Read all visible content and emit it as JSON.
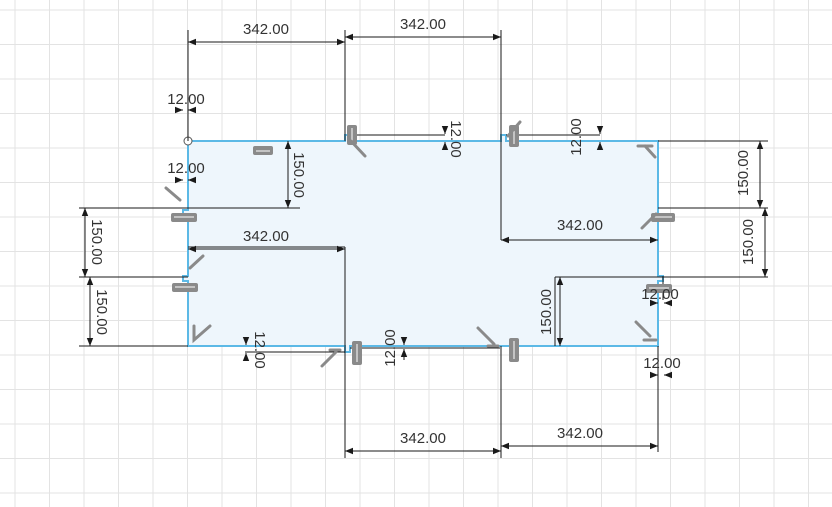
{
  "sketch": {
    "dimensions": {
      "top_width_left": "342.00",
      "top_width_right": "342.00",
      "left_notch_top": "12.00",
      "left_notch_second": "12.00",
      "left_inner_width": "342.00",
      "left_height_upper": "150.00",
      "left_height_lower": "150.00",
      "inner_tab_height": "150.00",
      "top_notch_mid": "12.00",
      "top_notch_right": "12.00",
      "right_height_upper": "150.00",
      "right_height_lower": "150.00",
      "right_inner_width": "342.00",
      "right_notch_upper": "12.00",
      "right_notch_lower": "12.00",
      "lower_tab_height": "150.00",
      "bottom_notch_left": "12.00",
      "bottom_notch_mid": "12.00",
      "bottom_width_left": "342.00",
      "bottom_width_right": "342.00"
    },
    "colors": {
      "profile_edge": "#5cb9e6",
      "profile_fill": "#eef6fc",
      "grid": "#e3e3e3",
      "dimension": "#1a1a1a"
    }
  }
}
